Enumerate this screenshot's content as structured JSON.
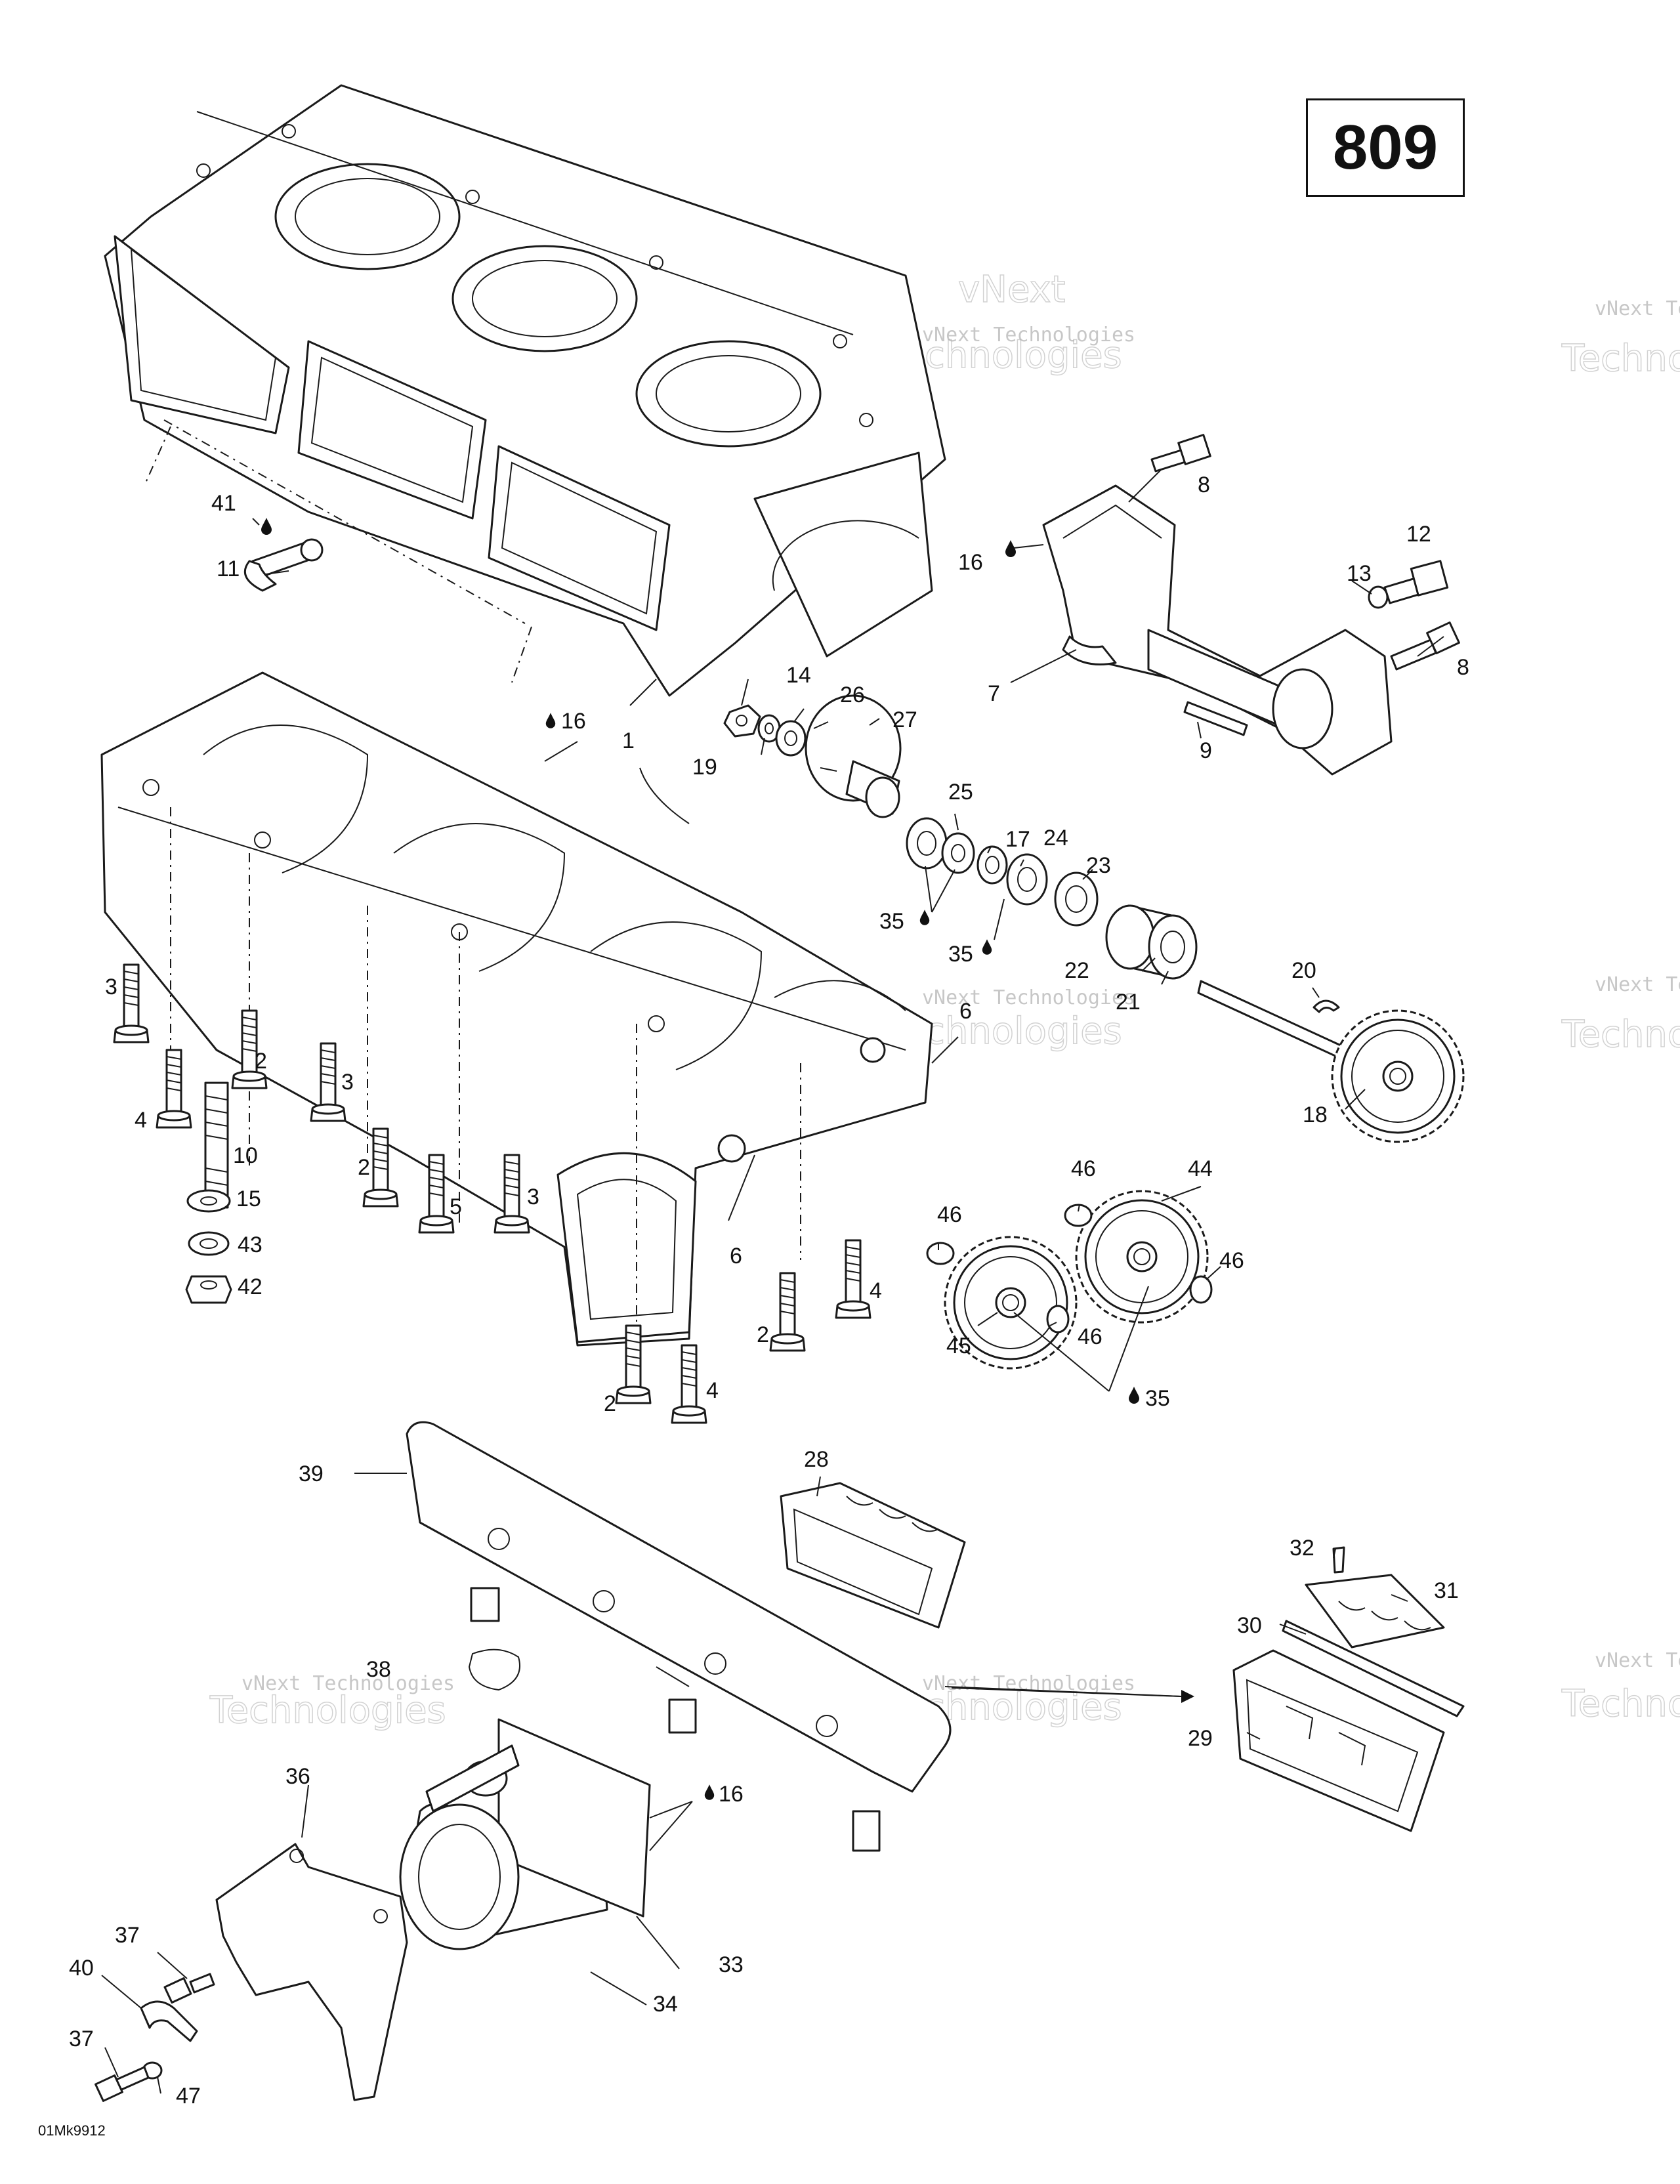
{
  "diagram_number": "809",
  "figure_code": "01Mk9912",
  "watermark_small": "vNext Technologies",
  "watermark_large": "Technologies",
  "watermark_top": "vNext",
  "labels": {
    "l1": "1",
    "l2a": "2",
    "l2b": "2",
    "l2c": "2",
    "l2d": "2",
    "l3a": "3",
    "l3b": "3",
    "l3c": "3",
    "l4a": "4",
    "l4b": "4",
    "l4c": "4",
    "l5": "5",
    "l6a": "6",
    "l6b": "6",
    "l7": "7",
    "l8a": "8",
    "l8b": "8",
    "l9": "9",
    "l10": "10",
    "l11": "11",
    "l12": "12",
    "l13": "13",
    "l14": "14",
    "l15": "15",
    "l16a": "16",
    "l16b": "16",
    "l16c": "16",
    "l17": "17",
    "l18": "18",
    "l19": "19",
    "l20": "20",
    "l21": "21",
    "l22": "22",
    "l23": "23",
    "l24": "24",
    "l25": "25",
    "l26": "26",
    "l27": "27",
    "l28": "28",
    "l29": "29",
    "l30": "30",
    "l31": "31",
    "l32": "32",
    "l33": "33",
    "l34": "34",
    "l35a": "35",
    "l35b": "35",
    "l35c": "35",
    "l36": "36",
    "l37a": "37",
    "l37b": "37",
    "l38": "38",
    "l39": "39",
    "l40": "40",
    "l41": "41",
    "l42": "42",
    "l43": "43",
    "l44": "44",
    "l45": "45",
    "l46a": "46",
    "l46b": "46",
    "l46c": "46",
    "l46d": "46",
    "l47": "47"
  },
  "icons": {
    "oil_drop": "lubricant-drop-icon"
  }
}
